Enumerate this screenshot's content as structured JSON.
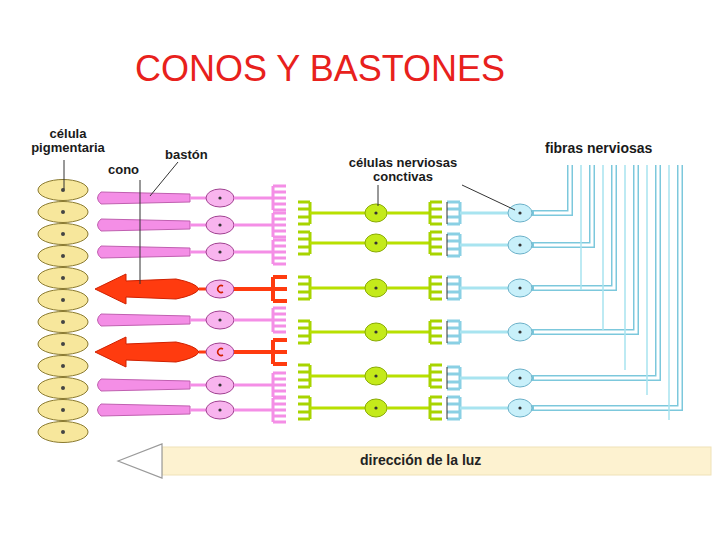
{
  "diagram": {
    "title": "CONOS Y BASTONES",
    "nodes": [
      {
        "text": [
          "dirección de la luz"
        ]
      }
    ],
    "labels": [
      "célula pigmentaria",
      "cono",
      "bastón",
      "células nerviosas conctivas",
      "fibras nerviosas"
    ]
  }
}
